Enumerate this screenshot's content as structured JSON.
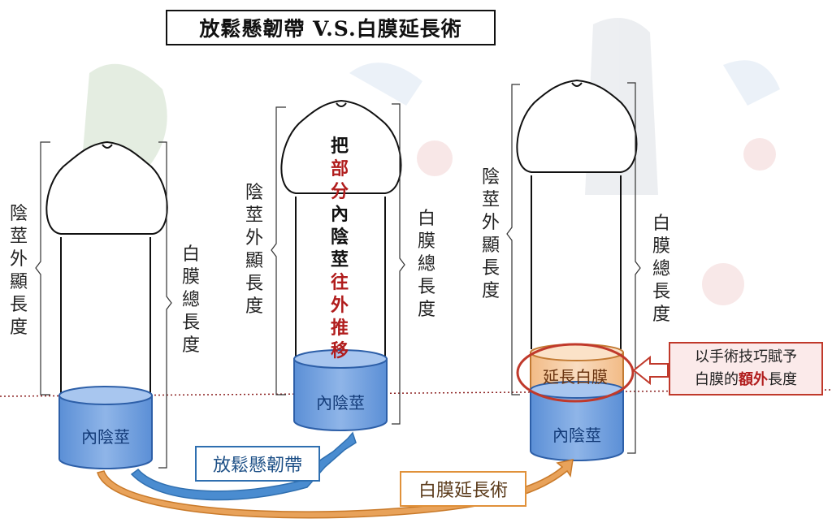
{
  "title": "放鬆懸韌帶 V.S.白膜延長術",
  "label_external": [
    "陰",
    "莖",
    "外",
    "顯",
    "長",
    "度"
  ],
  "label_total_tunica": [
    "白",
    "膜",
    "總",
    "長",
    "度"
  ],
  "middle_inside": [
    {
      "char": "把",
      "tone": "black"
    },
    {
      "char": "部",
      "tone": "red"
    },
    {
      "char": "分",
      "tone": "red"
    },
    {
      "char": "內",
      "tone": "black"
    },
    {
      "char": "陰",
      "tone": "black"
    },
    {
      "char": "莖",
      "tone": "black"
    },
    {
      "char": "往",
      "tone": "red"
    },
    {
      "char": "外",
      "tone": "red"
    },
    {
      "char": "推",
      "tone": "red"
    },
    {
      "char": "移",
      "tone": "red"
    }
  ],
  "internal_label": "內陰莖",
  "extension_label": "延長白膜",
  "note": {
    "line1": "以手術技巧賦予",
    "line2_prefix": "白膜的",
    "line2_highlight": "額外",
    "line2_suffix": "長度"
  },
  "procedure_ligament": "放鬆懸韌帶",
  "procedure_tunica": "白膜延長術",
  "colors": {
    "cylinder_blue": "#6f9bd8",
    "cylinder_edge": "#2d5fa8",
    "extension_orange": "#f4c9a0",
    "red_accent": "#c0392b",
    "ligament_box": "#2f6fb0",
    "tunica_box": "#e0913a"
  }
}
